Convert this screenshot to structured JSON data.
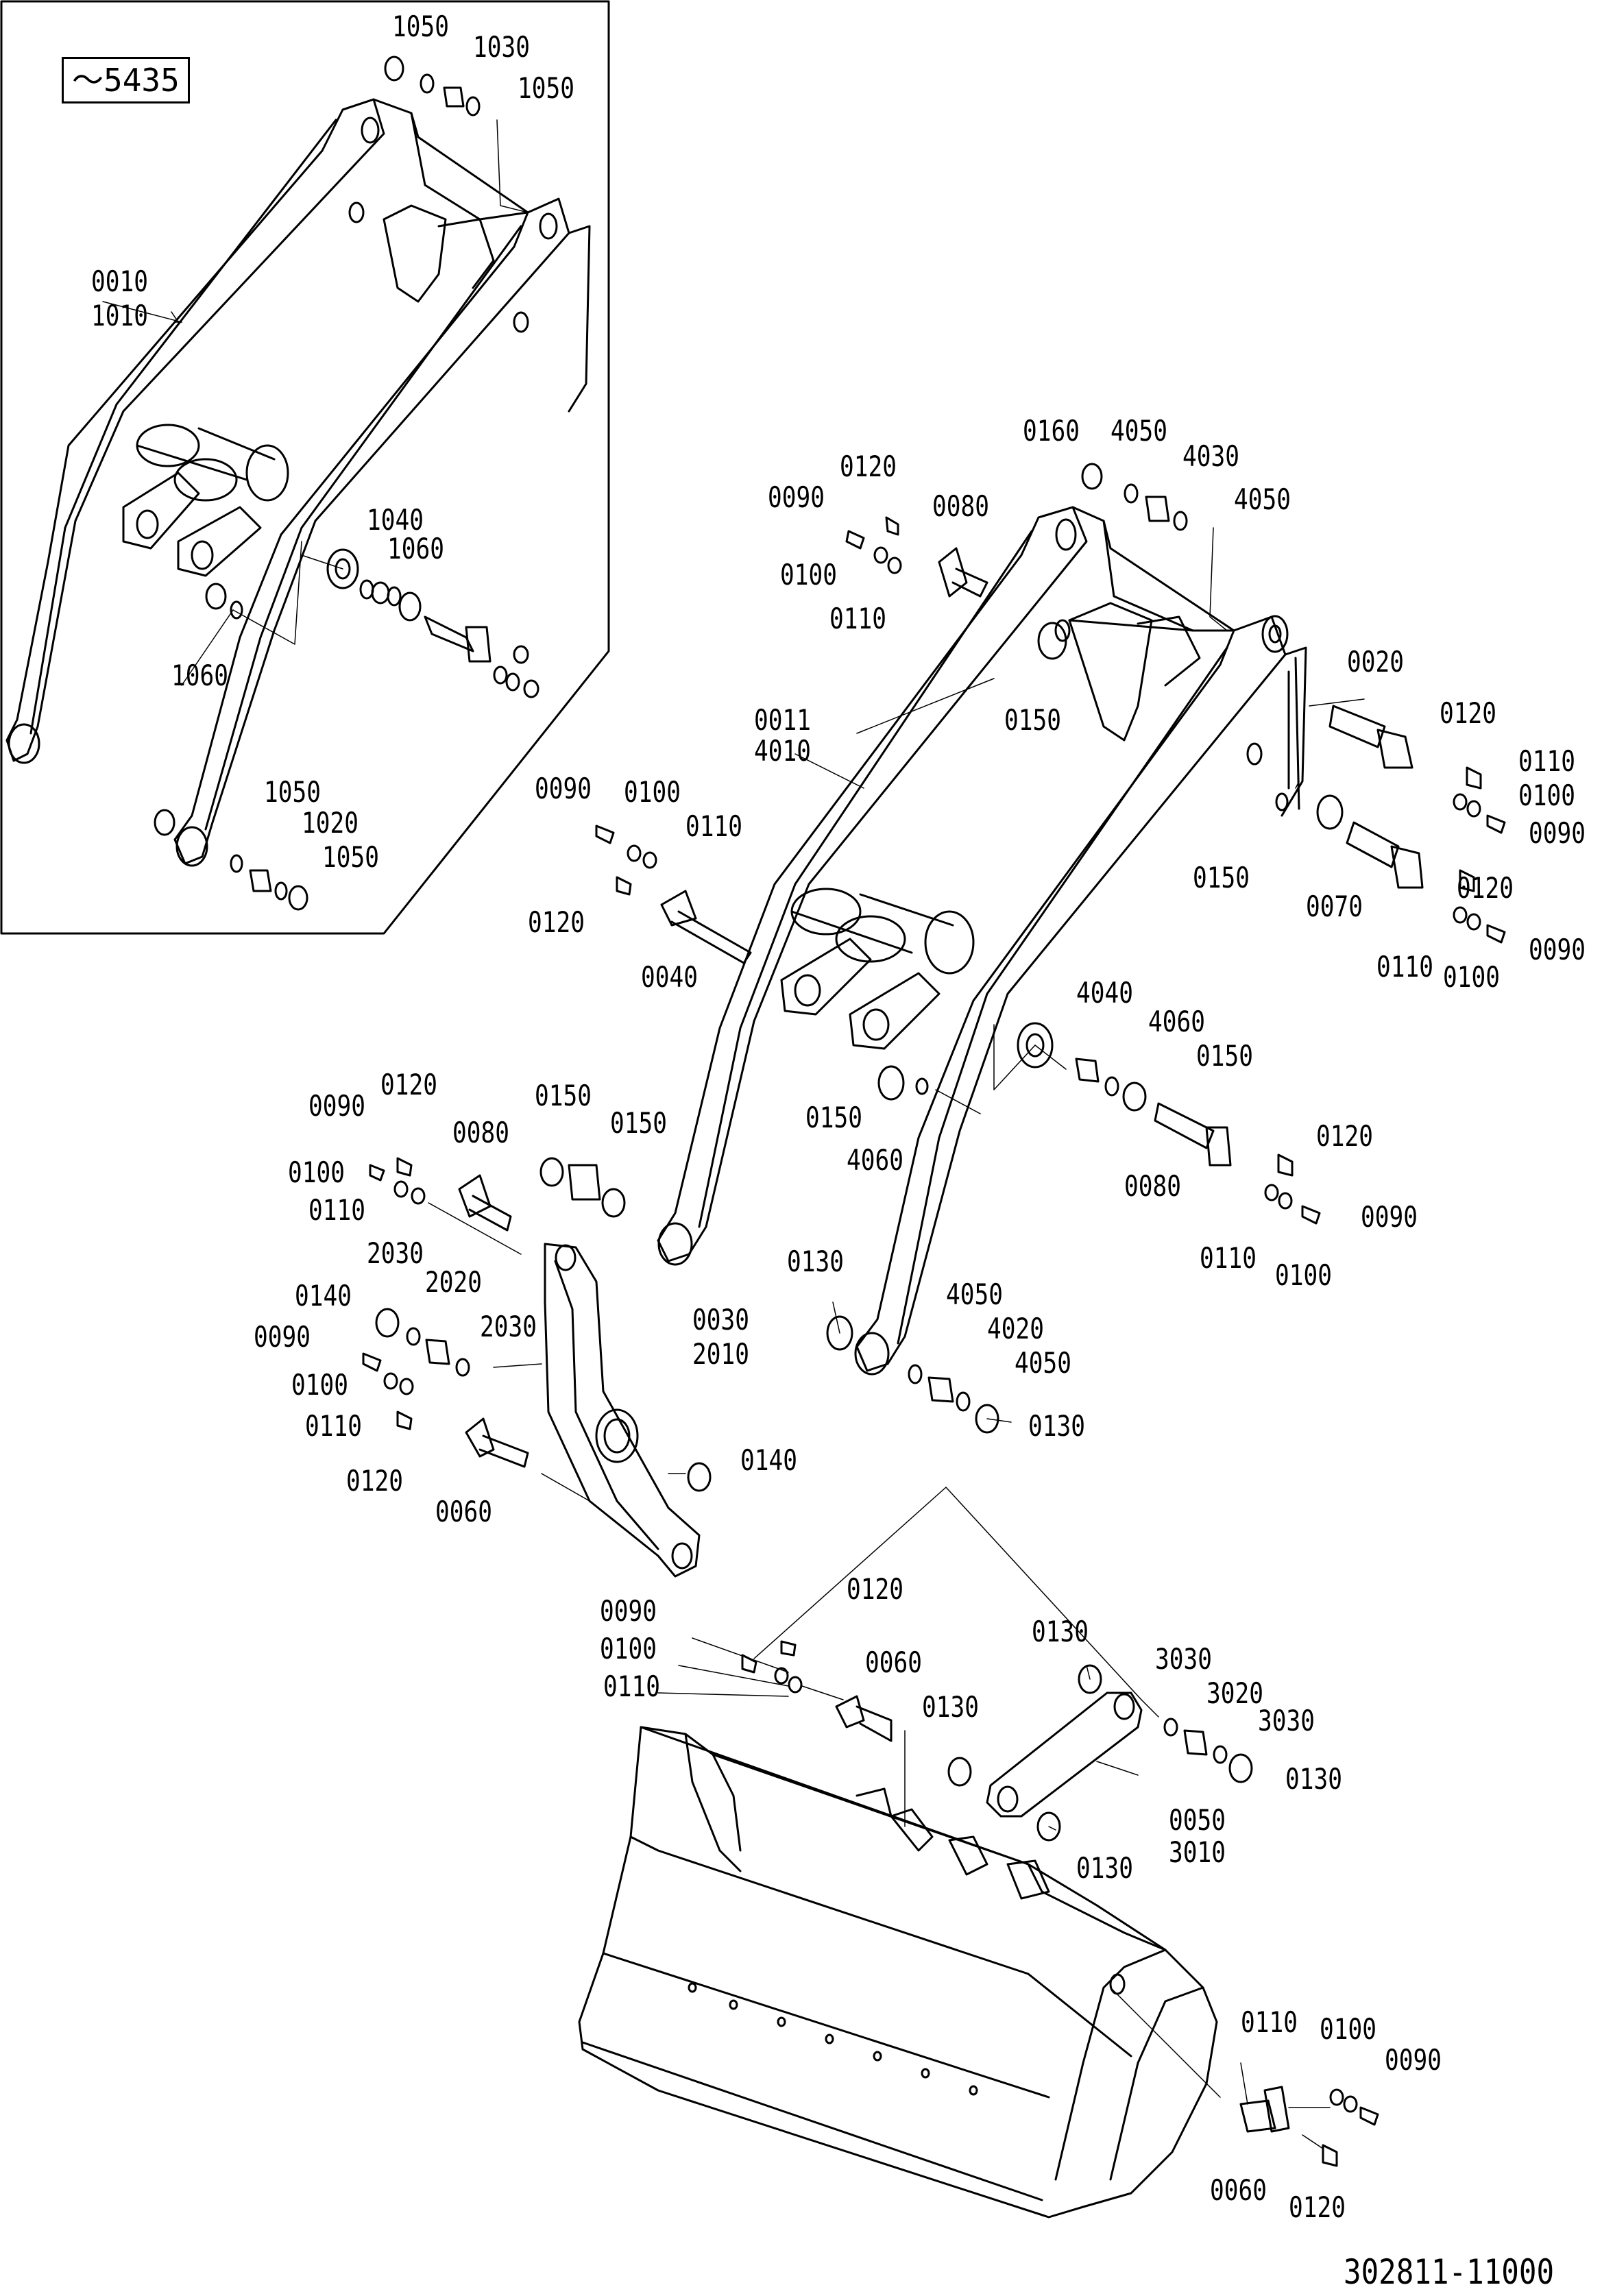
{
  "inset": {
    "serial_range": "～5435"
  },
  "drawing_number": "302811-11000",
  "icons": {
    "boom": "loader-boom-icon",
    "bucket": "bucket-icon",
    "link": "link-icon",
    "pin": "pin-icon",
    "bushing": "bushing-icon"
  },
  "callouts": [
    "1050",
    "1030",
    "1050",
    "0010",
    "1010",
    "1040",
    "1060",
    "1060",
    "1050",
    "1020",
    "1050",
    "0160",
    "4050",
    "4030",
    "4050",
    "0120",
    "0090",
    "0080",
    "0100",
    "0110",
    "0150",
    "0011",
    "4010",
    "0020",
    "0120",
    "0110",
    "0100",
    "0090",
    "0090",
    "0100",
    "0110",
    "0120",
    "0040",
    "0150",
    "0070",
    "0120",
    "0110",
    "0100",
    "0090",
    "4040",
    "4060",
    "0150",
    "0150",
    "4060",
    "0120",
    "0080",
    "0110",
    "0100",
    "0090",
    "0090",
    "0120",
    "0080",
    "0150",
    "0150",
    "0100",
    "0110",
    "2030",
    "2020",
    "0140",
    "2030",
    "0090",
    "0100",
    "0110",
    "0120",
    "0060",
    "0030",
    "2010",
    "0140",
    "0130",
    "4050",
    "4020",
    "4050",
    "0130",
    "0090",
    "0120",
    "0100",
    "0110",
    "0060",
    "0130",
    "0130",
    "3030",
    "3020",
    "3030",
    "0130",
    "0050",
    "3010",
    "0130",
    "0110",
    "0100",
    "0090",
    "0060",
    "0120"
  ]
}
